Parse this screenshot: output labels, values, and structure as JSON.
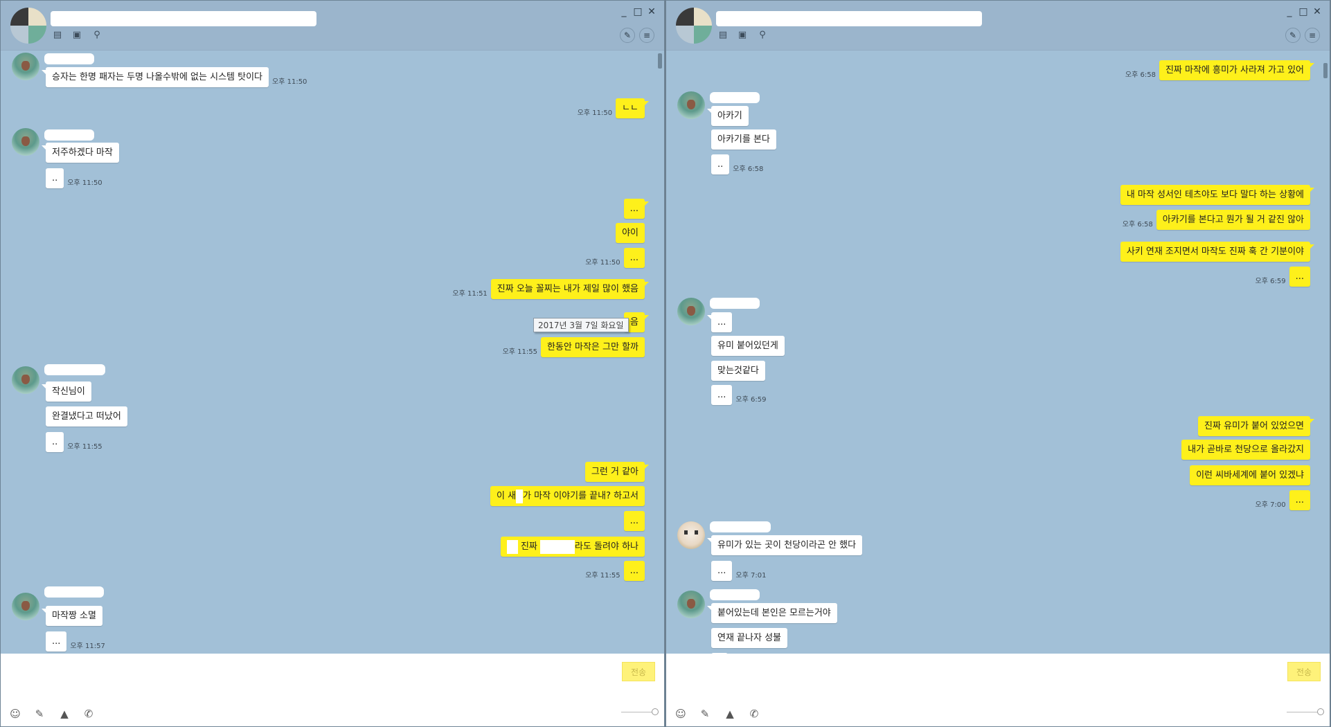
{
  "colors": {
    "chat_bg": "#a2c0d7",
    "header_bg": "#9bb5cc",
    "my_bubble": "#fef01b",
    "their_bubble": "#ffffff"
  },
  "window_controls": {
    "minimize": "_",
    "maximize": "□",
    "close": "✕"
  },
  "toolbar_icons": [
    "memo-icon",
    "inbox-icon",
    "search-icon"
  ],
  "input": {
    "send_label": "전송",
    "icons": [
      "emoji-icon",
      "attach-icon",
      "image-icon",
      "call-icon"
    ]
  },
  "left": {
    "date_divider": "2017년 3월 7일 화요일",
    "messages": [
      {
        "text": "승자는 한명 패자는 두명 나올수밖에 없는 시스템 탓이다",
        "time": "오후 11:50"
      },
      {
        "text": "ㄴㄴ",
        "time": "오후 11:50"
      },
      {
        "text": "저주하겠다 마작"
      },
      {
        "text": "..",
        "time": "오후 11:50"
      },
      {
        "text": "..."
      },
      {
        "text": "야이"
      },
      {
        "text": "...",
        "time": "오후 11:50"
      },
      {
        "text": "진짜 오늘 꼴찌는 내가 제일 많이 했음",
        "time": "오후 11:51"
      },
      {
        "text": "음"
      },
      {
        "text": "한동안 마작은 그만 할까",
        "time": "오후 11:55"
      },
      {
        "text": "작신님이"
      },
      {
        "text": "완결냈다고 떠났어"
      },
      {
        "text": "..",
        "time": "오후 11:55"
      },
      {
        "text": "그런 거 같아"
      },
      {
        "text_a": "이 새",
        "text_b": "가 마작 이야기를 끝내? 하고서"
      },
      {
        "text": "..."
      },
      {
        "text_a": " 진짜 ",
        "text_b": "라도 돌려야 하나"
      },
      {
        "text": "...",
        "time": "오후 11:55"
      },
      {
        "text": "마작짱 소멸"
      },
      {
        "text": "...",
        "time": "오후 11:57"
      }
    ]
  },
  "right": {
    "messages": [
      {
        "text": "진짜 마작에 흥미가 사라져 가고 있어",
        "time": "오후 6:58"
      },
      {
        "text": "아카기"
      },
      {
        "text": "아카기를 본다"
      },
      {
        "text": "..",
        "time": "오후 6:58"
      },
      {
        "text": "내 마작 성서인 테츠야도 보다 말다 하는 상황에"
      },
      {
        "text": "아카기를 본다고 뭔가 될 거 같진 않아",
        "time": "오후 6:58"
      },
      {
        "text": "사키 연재 조지면서 마작도 진짜 훅 간 기분이야"
      },
      {
        "text": "...",
        "time": "오후 6:59"
      },
      {
        "text": "..."
      },
      {
        "text": "유미 붙어있던게"
      },
      {
        "text": "맞는것같다"
      },
      {
        "text": "...",
        "time": "오후 6:59"
      },
      {
        "text": "진짜 유미가 붙어 있었으면"
      },
      {
        "text": "내가 곧바로 천당으로 올라갔지"
      },
      {
        "text": "이런 씨바세계에 붙어 있겠냐"
      },
      {
        "text": "...",
        "time": "오후 7:00"
      },
      {
        "text": "유미가 있는 곳이 천당이라곤 안 했다"
      },
      {
        "text": "...",
        "time": "오후 7:01"
      },
      {
        "text": "붙어있는데 본인은 모르는거야"
      },
      {
        "text": "연재 끝나자 성불"
      }
    ]
  }
}
